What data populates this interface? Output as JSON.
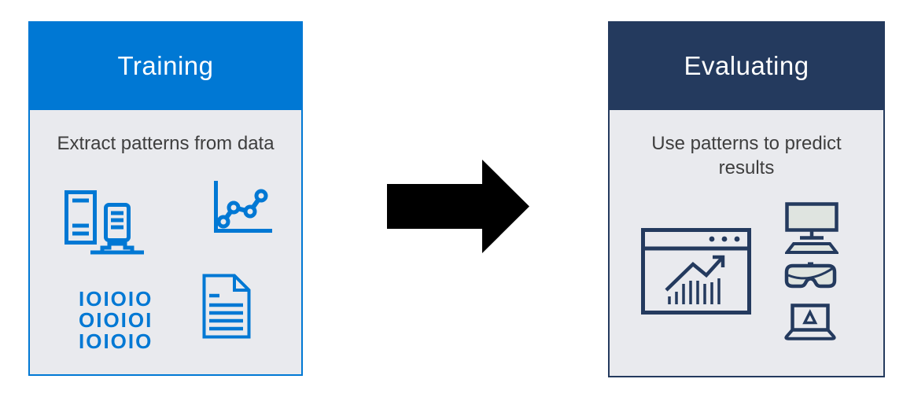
{
  "diagram": {
    "training": {
      "title": "Training",
      "subtitle": "Extract patterns from data",
      "header_color": "#0078D4",
      "icon_color": "#0078D4",
      "binary_rows": [
        "IOIOIO",
        "OIOIOI",
        "IOIOIO"
      ],
      "icons": [
        "server-cluster-icon",
        "line-chart-icon",
        "binary-code-text",
        "document-icon"
      ]
    },
    "evaluating": {
      "title": "Evaluating",
      "subtitle": "Use patterns to predict results",
      "header_color": "#243A5E",
      "icon_color": "#243A5E",
      "icon_fill_color": "#DFE4E0",
      "icons": [
        "analytics-window-icon",
        "monitor-icon",
        "vr-headset-icon",
        "laptop-icon"
      ]
    },
    "arrow": {
      "direction": "right",
      "color": "#000000"
    },
    "panel_body_color": "#E9EAEE"
  }
}
